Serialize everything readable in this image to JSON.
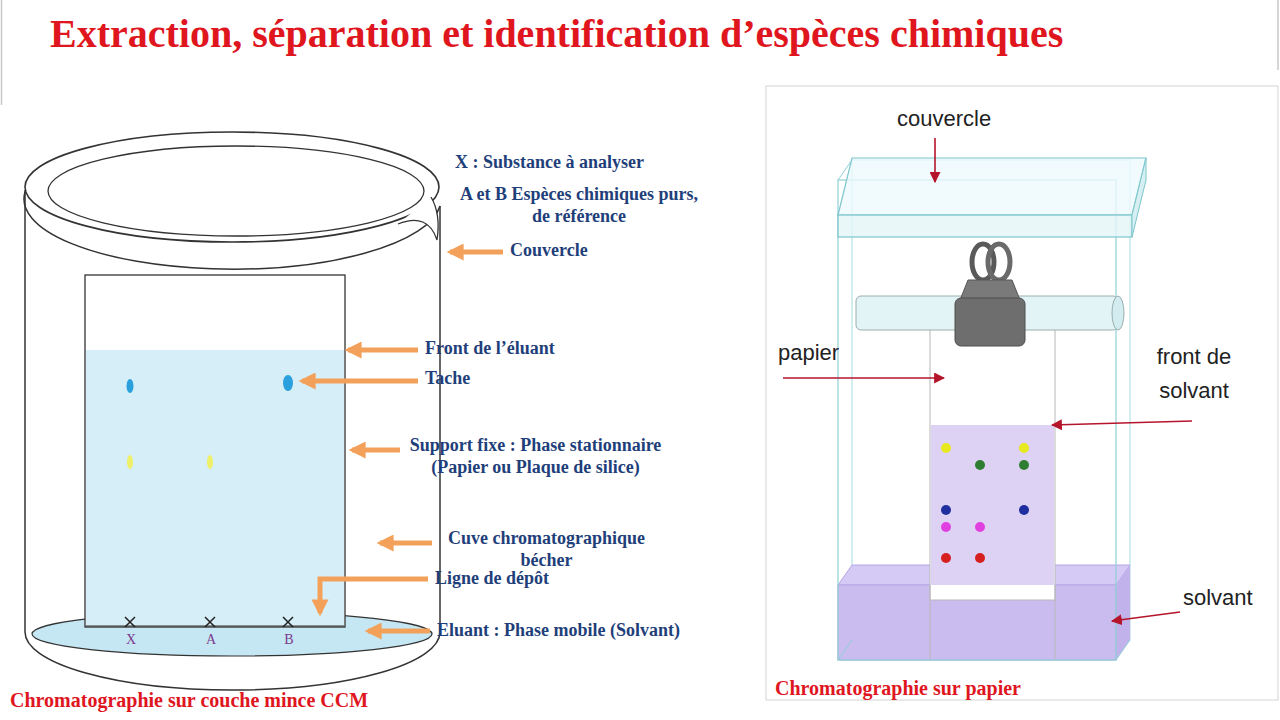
{
  "diagram": {
    "title": "Extraction, séparation et identification d’espèces chimiques",
    "labels": [
      "X : Substance à analyser",
      "A et B Espèces chimiques purs, de référence",
      "Couvercle",
      "Front de l’éluant",
      "Tache",
      "Support fixe : Phase stationnaire (Papier ou Plaque de silice)",
      "Cuve chromatographique bécher",
      "Ligne de dépôt",
      "Eluant : Phase mobile (Solvant)",
      "X",
      "A",
      "B",
      "Chromatographie sur couche mince CCM",
      "couvercle",
      "papier",
      "front de solvant",
      "solvant",
      "Chromatographie sur papier"
    ]
  }
}
